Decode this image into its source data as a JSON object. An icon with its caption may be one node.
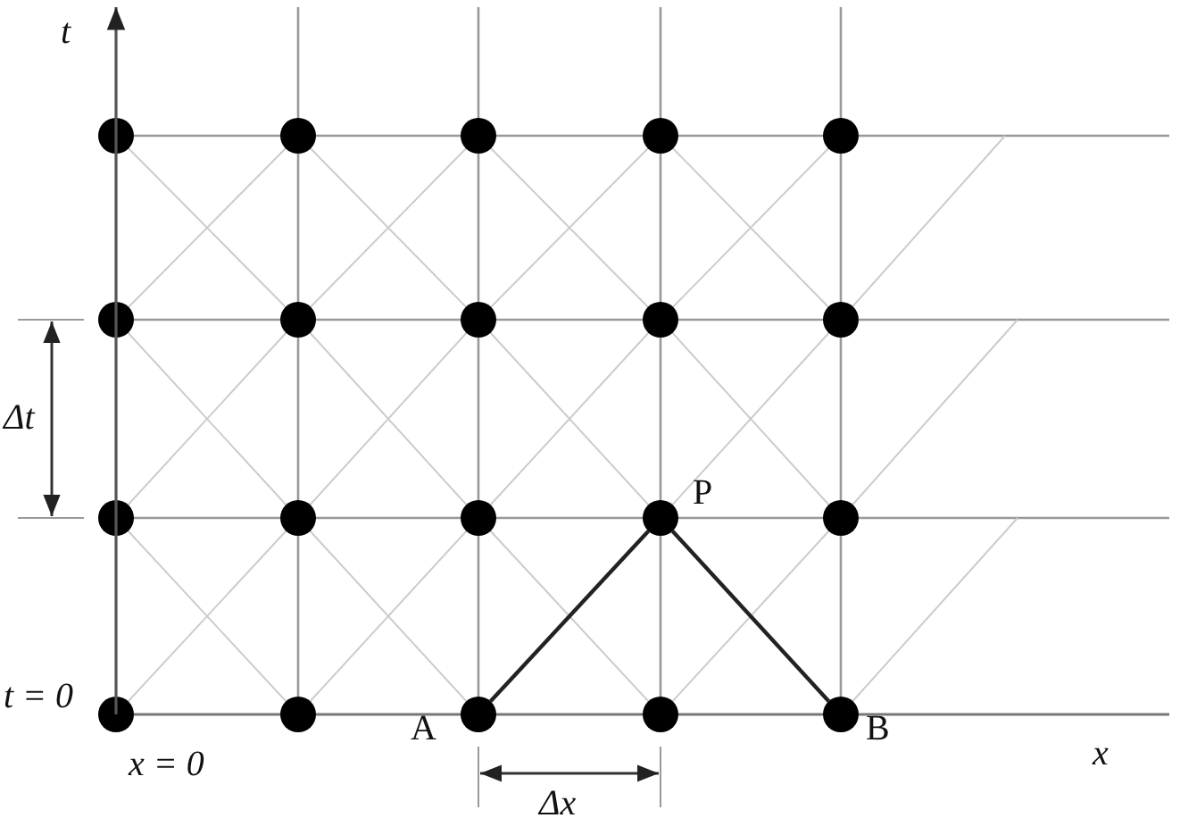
{
  "diagram": {
    "nodes": [
      {
        "text": [],
        "shape": "circle",
        "beside": [
          "A"
        ]
      },
      {
        "text": [],
        "shape": "circle",
        "beside": [
          "P"
        ]
      },
      {
        "text": [],
        "shape": "circle",
        "beside": [
          "B"
        ]
      }
    ],
    "edges": [
      {
        "from": 0,
        "to": 1,
        "arrow": "none"
      },
      {
        "from": 1,
        "to": 2,
        "arrow": "none"
      }
    ],
    "labels": [
      "t",
      "Δt",
      "t = 0",
      "x = 0",
      "x",
      "Δx"
    ]
  }
}
